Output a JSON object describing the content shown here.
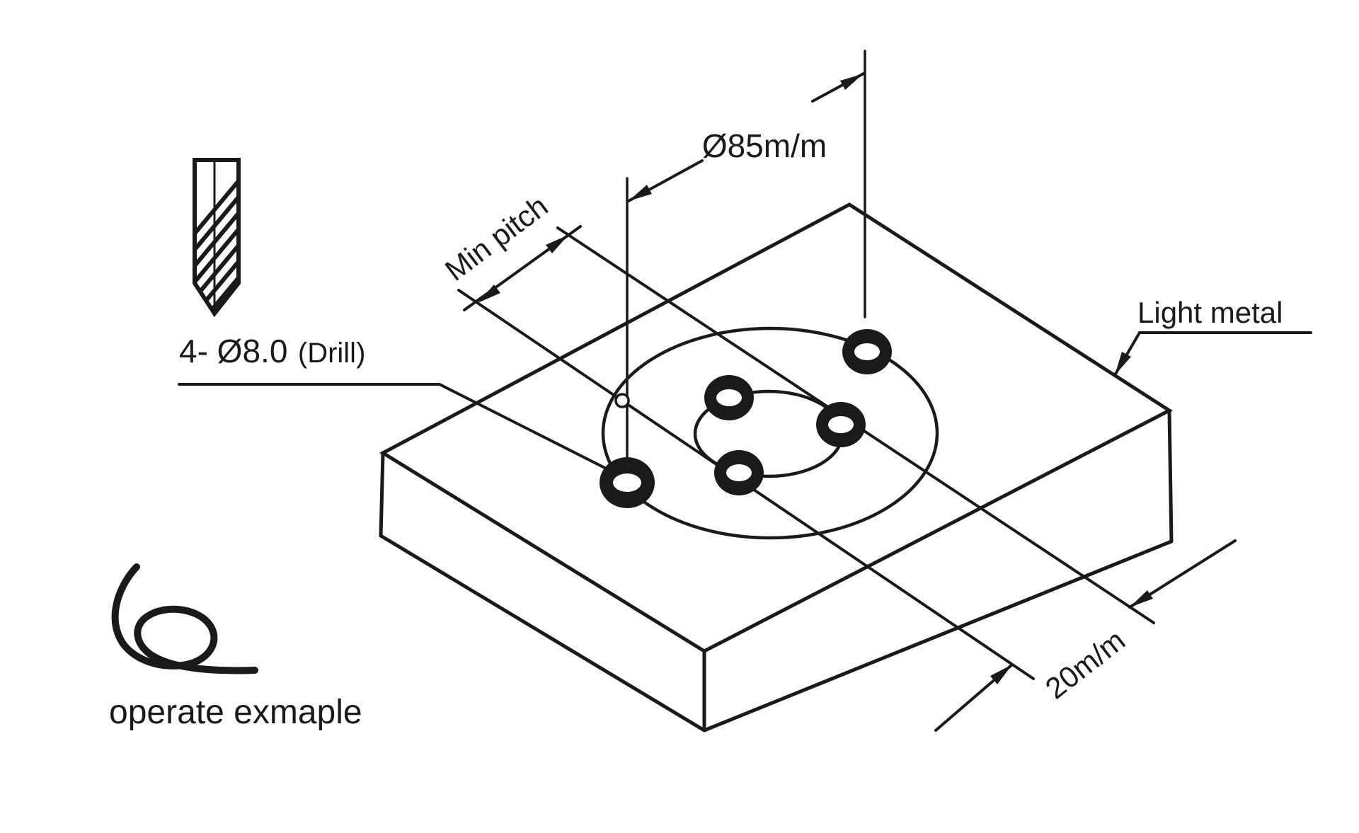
{
  "page": {
    "kind": "scanned engineering drawing",
    "background": "#ffffff",
    "ink": "#1a1a1a"
  },
  "annotations": {
    "bolt_circle": {
      "label": "Ø85m/m",
      "value_mm": 85
    },
    "min_pitch": {
      "label": "Min pitch"
    },
    "drill_note": {
      "main": "4- Ø8.0",
      "suffix": "(Drill)",
      "hole_count": 4,
      "diameter_mm": 8.0
    },
    "material": {
      "label": "Light metal"
    },
    "thickness": {
      "label": "20m/m",
      "value_mm": 20
    },
    "caption": {
      "label": "operate exmaple"
    }
  },
  "figure": {
    "subject": "isometric rectangular plate with drilled bolt-circle holes",
    "holes_visible": 5
  },
  "icons": [
    {
      "name": "drill-bit-icon",
      "depicts": "twist drill bit with spiral flutes"
    },
    {
      "name": "swirl-icon",
      "depicts": "hand-drawn loop / operation gesture"
    }
  ]
}
